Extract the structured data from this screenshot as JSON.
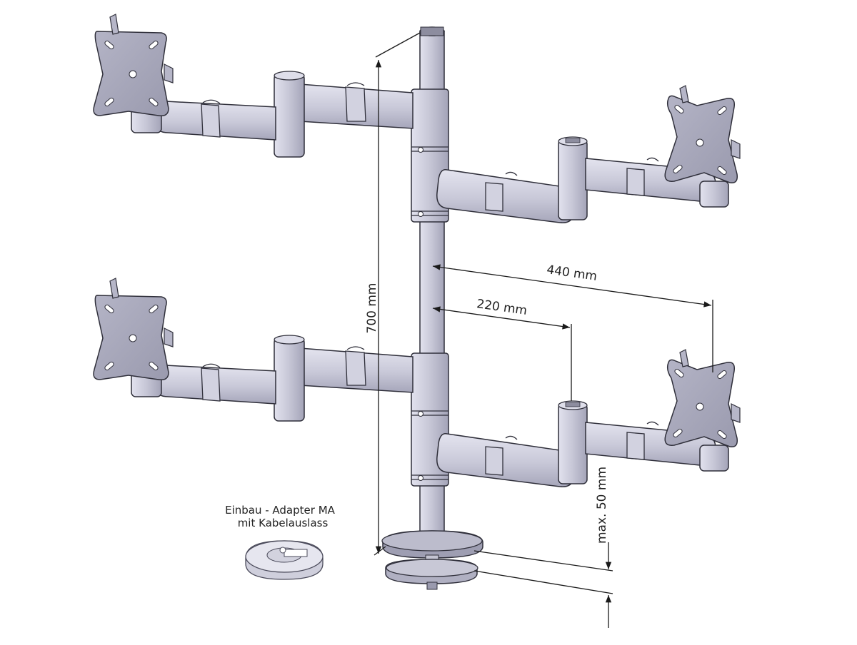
{
  "diagram": {
    "dimensions": {
      "height": "700 mm",
      "reach_outer": "440 mm",
      "reach_inner": "220 mm",
      "desk_thickness": "max. 50 mm"
    },
    "adapter_note": {
      "line1": "Einbau - Adapter MA",
      "line2": "mit Kabelauslass"
    },
    "colors": {
      "metal": "#c9c9d8",
      "metal_dark": "#a9a9bc",
      "outline": "#2f2f3a",
      "dimension": "#1a1a1a"
    }
  }
}
